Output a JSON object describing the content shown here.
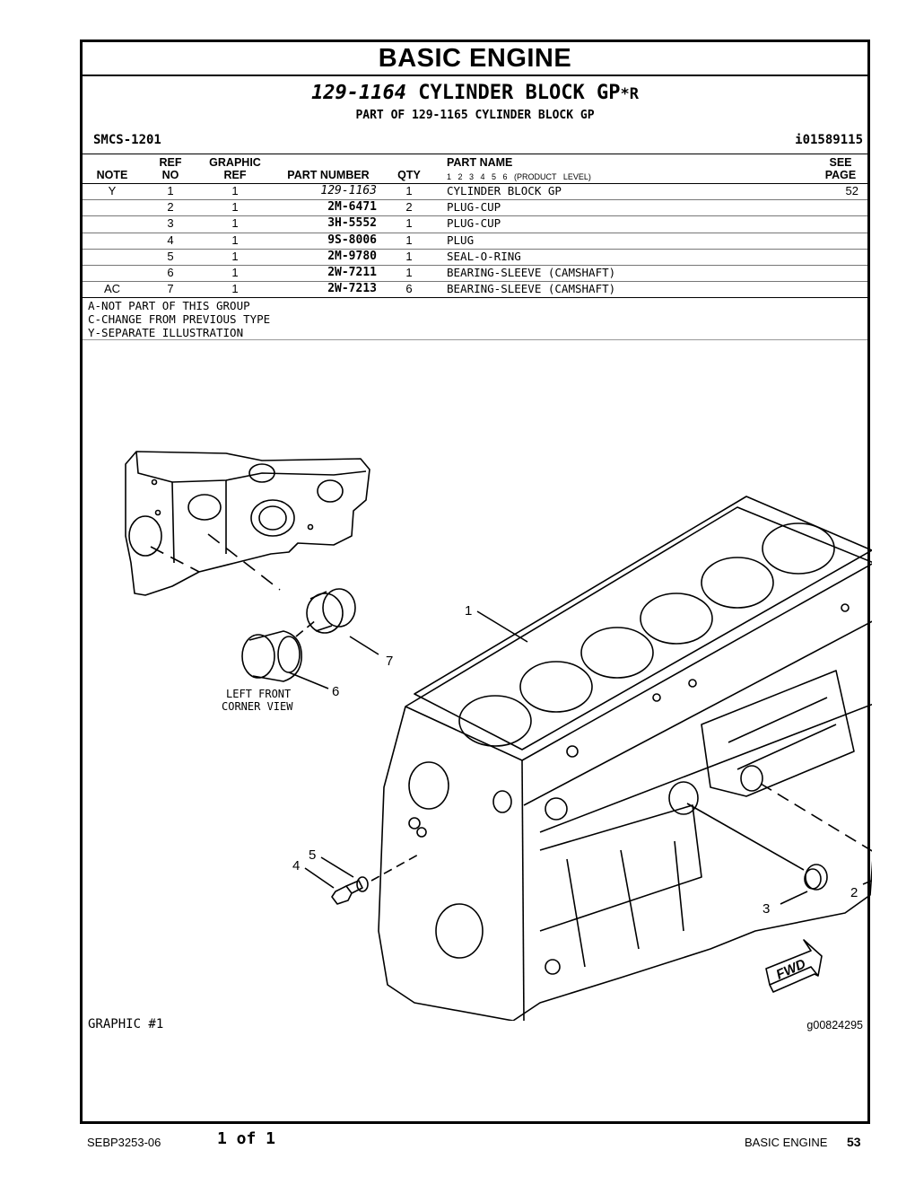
{
  "header": {
    "section_title": "BASIC ENGINE",
    "group_number": "129-1164",
    "group_name": "CYLINDER BLOCK GP",
    "group_suffix": "*R",
    "part_of": "PART OF 129-1165 CYLINDER BLOCK GP",
    "smcs": "SMCS-1201",
    "identifier": "i01589115"
  },
  "table": {
    "headers": {
      "note": "NOTE",
      "ref": "REF",
      "no": "NO",
      "graphic": "GRAPHIC",
      "graphic_ref": "REF",
      "part_number": "PART NUMBER",
      "qty": "QTY",
      "part_name": "PART NAME",
      "product_levels": "1 2 3 4 5 6 (PRODUCT LEVEL)",
      "see": "SEE",
      "page": "PAGE"
    },
    "rows": [
      {
        "note": "Y",
        "ref_no": "1",
        "graphic_ref": "1",
        "part_number": "129-1163",
        "qty": "1",
        "part_name": "CYLINDER BLOCK GP",
        "see_page": "52"
      },
      {
        "note": "",
        "ref_no": "2",
        "graphic_ref": "1",
        "part_number": "2M-6471",
        "qty": "2",
        "part_name": "PLUG-CUP",
        "see_page": ""
      },
      {
        "note": "",
        "ref_no": "3",
        "graphic_ref": "1",
        "part_number": "3H-5552",
        "qty": "1",
        "part_name": "PLUG-CUP",
        "see_page": ""
      },
      {
        "note": "",
        "ref_no": "4",
        "graphic_ref": "1",
        "part_number": "9S-8006",
        "qty": "1",
        "part_name": "PLUG",
        "see_page": ""
      },
      {
        "note": "",
        "ref_no": "5",
        "graphic_ref": "1",
        "part_number": "2M-9780",
        "qty": "1",
        "part_name": "SEAL-O-RING",
        "see_page": ""
      },
      {
        "note": "",
        "ref_no": "6",
        "graphic_ref": "1",
        "part_number": "2W-7211",
        "qty": "1",
        "part_name": "BEARING-SLEEVE (CAMSHAFT)",
        "see_page": ""
      },
      {
        "note": "AC",
        "ref_no": "7",
        "graphic_ref": "1",
        "part_number": "2W-7213",
        "qty": "6",
        "part_name": "BEARING-SLEEVE (CAMSHAFT)",
        "see_page": ""
      }
    ]
  },
  "notes": [
    "A-NOT PART OF THIS GROUP",
    "C-CHANGE FROM PREVIOUS TYPE",
    "Y-SEPARATE ILLUSTRATION"
  ],
  "illustration": {
    "callouts": [
      "1",
      "2",
      "3",
      "4",
      "5",
      "6",
      "7"
    ],
    "inset_caption_line1": "LEFT FRONT",
    "inset_caption_line2": "CORNER VIEW",
    "direction_label": "FWD",
    "graphic_label": "GRAPHIC #1",
    "graphic_id": "g00824295"
  },
  "footer": {
    "doc_number": "SEBP3253-06",
    "page_count": "1 of 1",
    "section": "BASIC ENGINE",
    "page_number": "53"
  }
}
